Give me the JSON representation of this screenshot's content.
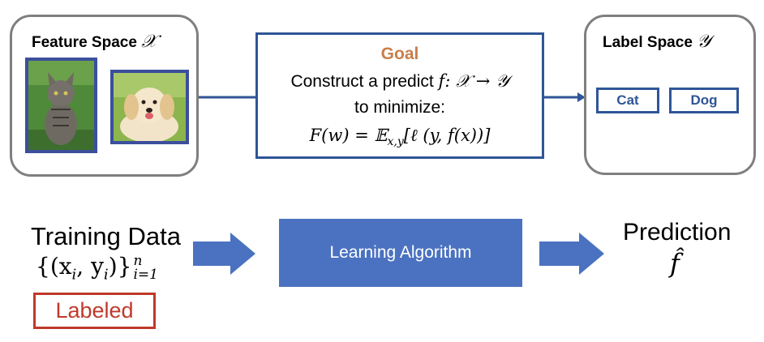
{
  "feature_space": {
    "title": "Feature Space",
    "symbol": "𝒳",
    "images": [
      {
        "name": "cat",
        "icon": "cat-photo"
      },
      {
        "name": "dog",
        "icon": "dog-photo"
      }
    ]
  },
  "goal": {
    "title": "Goal",
    "line1_text": "Construct a predict ",
    "line1_math": "f: 𝒳 → 𝒴",
    "line2": "to minimize:",
    "line3_math": "F(w) = 𝔼",
    "line3_sub": "x,y",
    "line3_rest": "[ℓ (y, f(x))]"
  },
  "label_space": {
    "title": "Label Space",
    "symbol": "𝒴",
    "labels": [
      "Cat",
      "Dog"
    ]
  },
  "bottom": {
    "training_title": "Training Data",
    "training_set_open": "{(x",
    "training_i1": "i",
    "training_mid": ", y",
    "training_i2": "i",
    "training_close": ")}",
    "training_sup": "n",
    "training_sub": "i=1",
    "labeled": "Labeled",
    "algorithm": "Learning Algorithm",
    "prediction_title": "Prediction",
    "prediction_symbol": "f̂"
  },
  "colors": {
    "frame_gray": "#7f7f7f",
    "blue": "#2f5597",
    "algo_fill": "#4a72c0",
    "arrow_fill": "#4a72c0",
    "goal_orange": "#c97f4a",
    "labeled_red": "#c0392b"
  }
}
